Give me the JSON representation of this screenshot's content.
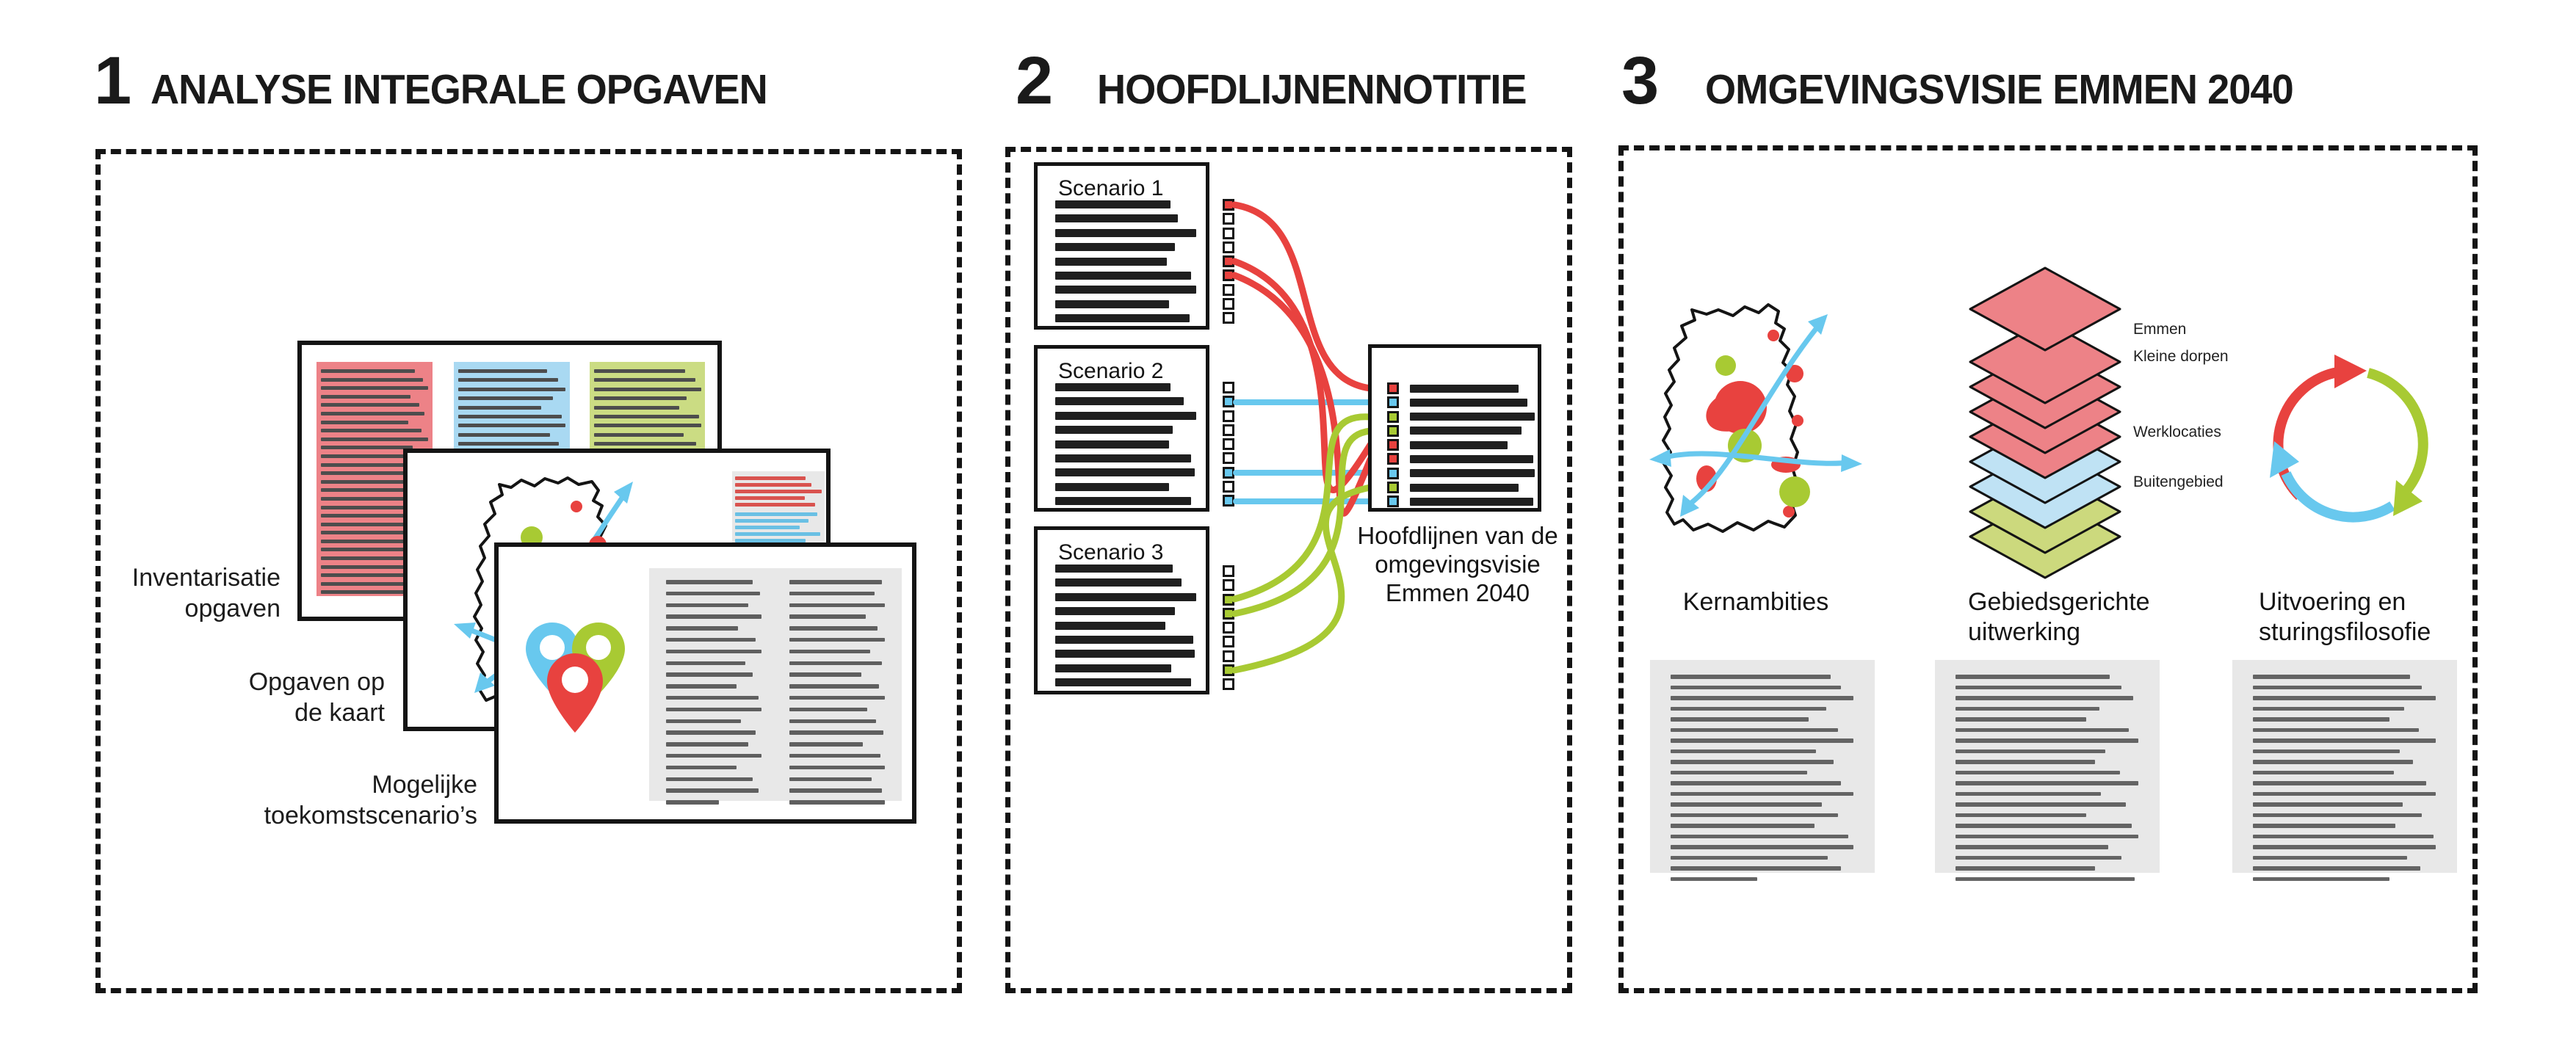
{
  "headers": [
    {
      "number": "1",
      "title": "ANALYSE INTEGRALE OPGAVEN"
    },
    {
      "number": "2",
      "title": "HOOFDLIJNENNOTITIE"
    },
    {
      "number": "3",
      "title": "OMGEVINGSVISIE EMMEN 2040"
    }
  ],
  "colors": {
    "red": "#e8423f",
    "salmon": "#ed8287",
    "blue": "#68c8ee",
    "pale_blue": "#a9d9f2",
    "paler_blue": "#bfe2f4",
    "green": "#a8ca33",
    "pale_green": "#cbdc83",
    "paler_green": "#ccd97d",
    "ink": "#1a1a1a",
    "gray_panel": "#e8e8e8",
    "gray_line": "#5f5f5f",
    "empty": "#ffffff"
  },
  "panel1": {
    "labels": {
      "inventarisatie": [
        "Inventarisatie",
        "opgaven"
      ],
      "kaart": [
        "Opgaven op",
        "de kaart"
      ],
      "scenarios": [
        "Mogelijke",
        "toekomstscenario’s"
      ]
    },
    "card1": {
      "red_block": [
        128,
        139,
        146,
        122,
        134,
        141,
        119,
        137,
        146,
        125,
        141,
        133,
        146,
        129,
        119,
        139,
        146,
        131,
        141,
        125,
        146,
        133,
        139,
        121,
        143,
        135,
        146
      ],
      "blue_block": [
        121,
        136,
        146,
        129,
        113,
        141,
        146,
        125,
        137,
        119,
        143,
        131
      ],
      "green_block": [
        124,
        138,
        146,
        126,
        116,
        143,
        146,
        122,
        139,
        116,
        141,
        128
      ]
    },
    "card2": {
      "red_lines": [
        96,
        104,
        118,
        95,
        109
      ],
      "blue_lines": [
        112,
        100,
        88,
        116,
        96,
        108
      ]
    },
    "card3": {
      "col1": [
        118,
        128,
        112,
        130,
        98,
        122,
        130,
        108,
        118,
        96,
        126,
        130,
        102,
        122,
        112,
        130,
        96,
        118,
        126,
        72
      ],
      "col2": [
        126,
        116,
        130,
        104,
        120,
        130,
        110,
        126,
        98,
        122,
        130,
        106,
        118,
        128,
        100,
        124,
        130,
        112,
        126,
        130
      ]
    }
  },
  "panel2": {
    "scenarios": [
      {
        "title": "Scenario 1",
        "line_widths": [
          157,
          167,
          192,
          163,
          152,
          185,
          192,
          155,
          183
        ],
        "checkboxes": [
          "red",
          "empty",
          "empty",
          "empty",
          "red",
          "red",
          "empty",
          "empty",
          "empty"
        ]
      },
      {
        "title": "Scenario 2",
        "line_widths": [
          157,
          175,
          192,
          160,
          155,
          185,
          190,
          155,
          185
        ],
        "checkboxes": [
          "empty",
          "blue",
          "empty",
          "empty",
          "empty",
          "empty",
          "blue",
          "empty",
          "blue"
        ]
      },
      {
        "title": "Scenario 3",
        "line_widths": [
          160,
          172,
          192,
          163,
          150,
          188,
          190,
          158,
          185
        ],
        "checkboxes": [
          "empty",
          "empty",
          "green",
          "green",
          "empty",
          "empty",
          "empty",
          "green",
          "empty"
        ]
      }
    ],
    "result_box": {
      "rows": [
        {
          "color": "red",
          "width": 148
        },
        {
          "color": "blue",
          "width": 160
        },
        {
          "color": "green",
          "width": 170
        },
        {
          "color": "green",
          "width": 152
        },
        {
          "color": "red",
          "width": 133
        },
        {
          "color": "red",
          "width": 168
        },
        {
          "color": "blue",
          "width": 170
        },
        {
          "color": "green",
          "width": 148
        },
        {
          "color": "blue",
          "width": 168
        }
      ]
    },
    "caption": [
      "Hoofdlijnen van de",
      "omgevingsvisie",
      "Emmen 2040"
    ]
  },
  "panel3": {
    "captions": {
      "kernambities": "Kernambities",
      "gebiedsgericht": [
        "Gebiedsgerichte",
        "uitwerking"
      ],
      "uitvoering": [
        "Uitvoering en",
        "sturingsfilosofie"
      ]
    },
    "layer_labels": [
      "Emmen",
      "Kleine dorpen",
      "Werklocaties",
      "Buitengebied"
    ],
    "text_blocks": [
      [
        218,
        232,
        249,
        212,
        188,
        228,
        249,
        198,
        222,
        186,
        232,
        249,
        206,
        228,
        196,
        242,
        249,
        214,
        232,
        118
      ],
      [
        210,
        226,
        242,
        196,
        178,
        236,
        249,
        204,
        190,
        224,
        249,
        198,
        232,
        178,
        240,
        249,
        208,
        226,
        190,
        244
      ],
      [
        214,
        230,
        249,
        206,
        186,
        226,
        249,
        200,
        218,
        192,
        236,
        249,
        204,
        230,
        194,
        246,
        249,
        210,
        228,
        186
      ]
    ]
  }
}
